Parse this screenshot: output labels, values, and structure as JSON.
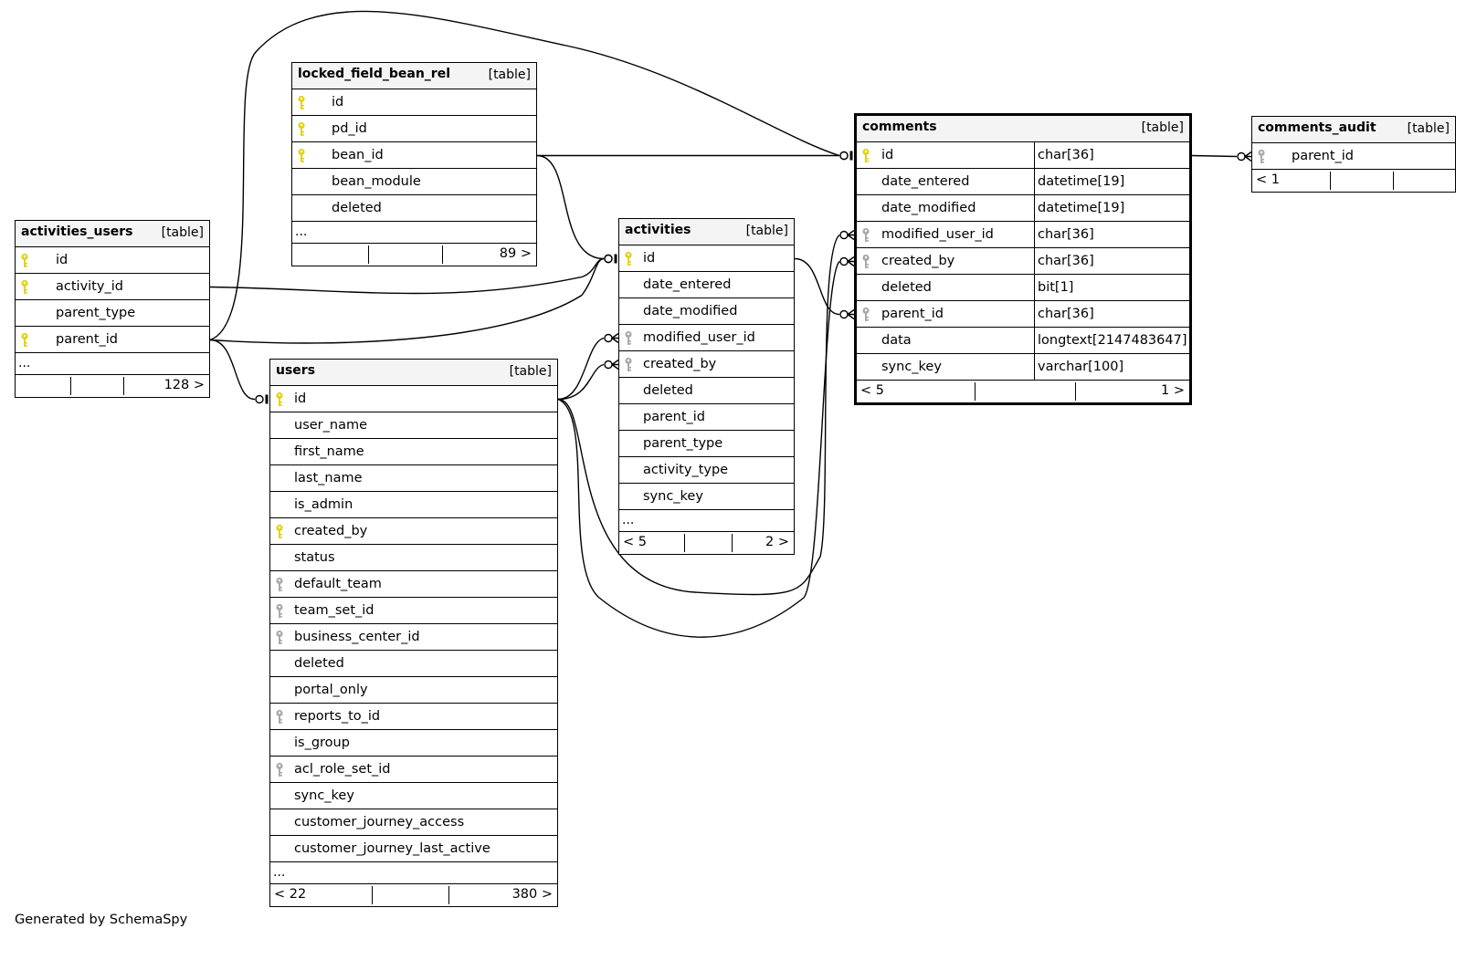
{
  "diagram": {
    "footer": "Generated by SchemaSpy",
    "colors": {
      "primary_key": "#e3d31a",
      "foreign_key": "#aaaaaa",
      "header_bg": "#f4f4f4"
    },
    "tables": [
      {
        "id": "activities_users",
        "name": "activities_users",
        "type": "[table]",
        "columns": [
          {
            "name": "id",
            "key": "pk"
          },
          {
            "name": "activity_id",
            "key": "pk"
          },
          {
            "name": "parent_type",
            "key": ""
          },
          {
            "name": "parent_id",
            "key": "pk"
          }
        ],
        "more": "...",
        "footer": {
          "left": "",
          "right": "128 >"
        }
      },
      {
        "id": "locked_field_bean_rel",
        "name": "locked_field_bean_rel",
        "type": "[table]",
        "columns": [
          {
            "name": "id",
            "key": "pk"
          },
          {
            "name": "pd_id",
            "key": "pk"
          },
          {
            "name": "bean_id",
            "key": "pk"
          },
          {
            "name": "bean_module",
            "key": ""
          },
          {
            "name": "deleted",
            "key": ""
          }
        ],
        "more": "...",
        "footer": {
          "left": "",
          "right": "89 >"
        }
      },
      {
        "id": "users",
        "name": "users",
        "type": "[table]",
        "columns": [
          {
            "name": "id",
            "key": "pk"
          },
          {
            "name": "user_name",
            "key": ""
          },
          {
            "name": "first_name",
            "key": ""
          },
          {
            "name": "last_name",
            "key": ""
          },
          {
            "name": "is_admin",
            "key": ""
          },
          {
            "name": "created_by",
            "key": "pk"
          },
          {
            "name": "status",
            "key": ""
          },
          {
            "name": "default_team",
            "key": "fk"
          },
          {
            "name": "team_set_id",
            "key": "fk"
          },
          {
            "name": "business_center_id",
            "key": "fk"
          },
          {
            "name": "deleted",
            "key": ""
          },
          {
            "name": "portal_only",
            "key": ""
          },
          {
            "name": "reports_to_id",
            "key": "fk"
          },
          {
            "name": "is_group",
            "key": ""
          },
          {
            "name": "acl_role_set_id",
            "key": "fk"
          },
          {
            "name": "sync_key",
            "key": ""
          },
          {
            "name": "customer_journey_access",
            "key": ""
          },
          {
            "name": "customer_journey_last_active",
            "key": ""
          }
        ],
        "more": "...",
        "footer": {
          "left": "< 22",
          "right": "380 >"
        }
      },
      {
        "id": "activities",
        "name": "activities",
        "type": "[table]",
        "columns": [
          {
            "name": "id",
            "key": "pk"
          },
          {
            "name": "date_entered",
            "key": ""
          },
          {
            "name": "date_modified",
            "key": ""
          },
          {
            "name": "modified_user_id",
            "key": "fk"
          },
          {
            "name": "created_by",
            "key": "fk"
          },
          {
            "name": "deleted",
            "key": ""
          },
          {
            "name": "parent_id",
            "key": ""
          },
          {
            "name": "parent_type",
            "key": ""
          },
          {
            "name": "activity_type",
            "key": ""
          },
          {
            "name": "sync_key",
            "key": ""
          }
        ],
        "more": "...",
        "footer": {
          "left": "< 5",
          "right": "2 >"
        }
      },
      {
        "id": "comments",
        "name": "comments",
        "type": "[table]",
        "columns": [
          {
            "name": "id",
            "key": "pk",
            "type": "char[36]"
          },
          {
            "name": "date_entered",
            "key": "",
            "type": "datetime[19]"
          },
          {
            "name": "date_modified",
            "key": "",
            "type": "datetime[19]"
          },
          {
            "name": "modified_user_id",
            "key": "fk",
            "type": "char[36]"
          },
          {
            "name": "created_by",
            "key": "fk",
            "type": "char[36]"
          },
          {
            "name": "deleted",
            "key": "",
            "type": "bit[1]"
          },
          {
            "name": "parent_id",
            "key": "fk",
            "type": "char[36]"
          },
          {
            "name": "data",
            "key": "",
            "type": "longtext[2147483647]"
          },
          {
            "name": "sync_key",
            "key": "",
            "type": "varchar[100]"
          }
        ],
        "footer": {
          "left": "< 5",
          "right": "1 >"
        }
      },
      {
        "id": "comments_audit",
        "name": "comments_audit",
        "type": "[table]",
        "columns": [
          {
            "name": "parent_id",
            "key": "fk"
          }
        ],
        "footer": {
          "left": "< 1",
          "right": ""
        }
      }
    ],
    "relationships": [
      {
        "from": "locked_field_bean_rel.bean_id",
        "to": "comments.id",
        "target_end": "zero-or-one"
      },
      {
        "from": "activities_users.parent_id",
        "to": "comments.id",
        "target_end": "zero-or-one"
      },
      {
        "from": "locked_field_bean_rel.bean_id",
        "to": "activities.id",
        "target_end": "zero-or-one"
      },
      {
        "from": "activities_users.activity_id",
        "to": "activities.id",
        "target_end": "zero-or-one"
      },
      {
        "from": "activities_users.parent_id",
        "to": "activities.id",
        "target_end": "zero-or-one"
      },
      {
        "from": "activities_users.parent_id",
        "to": "users.id",
        "target_end": "zero-or-one"
      },
      {
        "from": "users.id",
        "to": "activities.modified_user_id",
        "target_end": "zero-or-many"
      },
      {
        "from": "users.id",
        "to": "activities.created_by",
        "target_end": "zero-or-many"
      },
      {
        "from": "users.id",
        "to": "comments.modified_user_id",
        "target_end": "zero-or-many"
      },
      {
        "from": "users.id",
        "to": "comments.created_by",
        "target_end": "zero-or-many"
      },
      {
        "from": "activities.id",
        "to": "comments.parent_id",
        "target_end": "zero-or-many"
      },
      {
        "from": "comments.id",
        "to": "comments_audit.parent_id",
        "target_end": "zero-or-many"
      }
    ]
  }
}
